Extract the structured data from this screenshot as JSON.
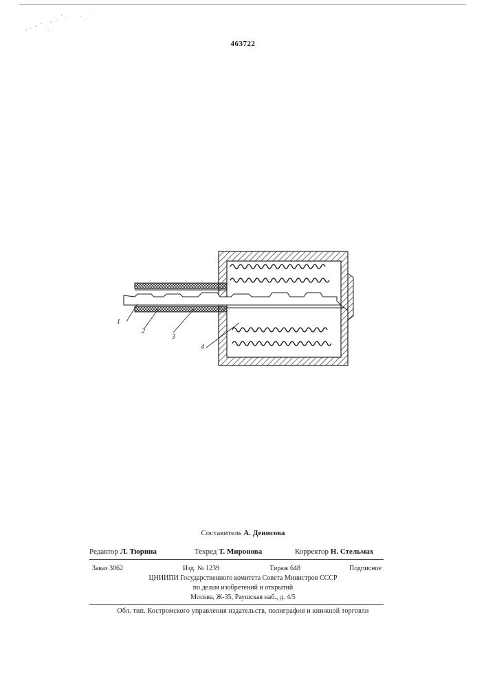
{
  "document": {
    "patent_number": "463722"
  },
  "figure": {
    "labels": [
      "1",
      "2",
      "3",
      "4"
    ]
  },
  "credits": {
    "compiler_role": "Составитель",
    "compiler_name": "А. Денисова",
    "editor_role": "Редактор",
    "editor_name": "Л. Тюрина",
    "techeditor_role": "Техред",
    "techeditor_name": "Т. Миронова",
    "corrector_role": "Корректор",
    "corrector_name": "Н. Стельмах"
  },
  "imprint": {
    "order": "Заказ 3062",
    "edition": "Изд. № 1239",
    "print_run": "Тираж 648",
    "subscription": "Подписное",
    "organization": "ЦНИИПИ Государственного комитета Совета Министров СССР",
    "department": "по делам изобретений и открытий",
    "address": "Москва, Ж-35, Раушская наб., д. 4/5"
  },
  "printer": {
    "line": "Обл. тип. Костромского управления издательств, полиграфии и книжной торговли"
  }
}
